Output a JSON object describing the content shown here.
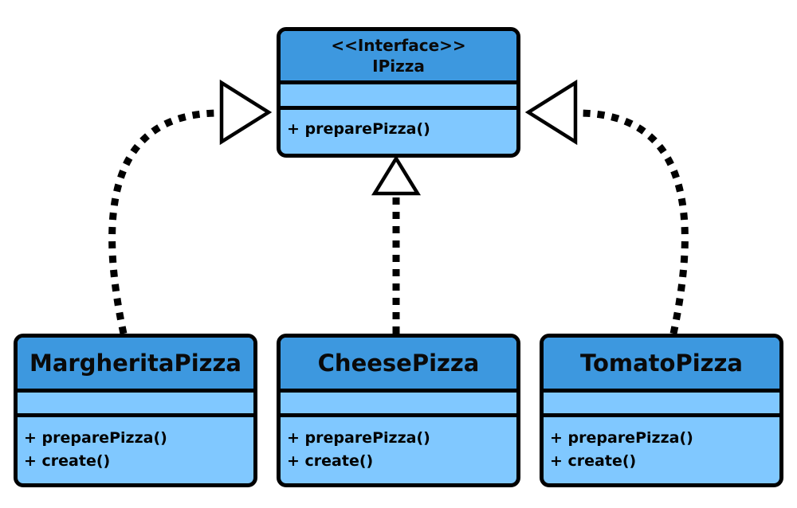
{
  "colors": {
    "header_fill": "#3d98df",
    "body_fill": "#80c8ff",
    "stroke": "#000000"
  },
  "interface": {
    "stereotype": "<<Interface>>",
    "name": "IPizza",
    "methods": [
      "+ preparePizza()"
    ]
  },
  "classes": [
    {
      "name": "MargheritaPizza",
      "methods": [
        "+ preparePizza()",
        "+ create()"
      ]
    },
    {
      "name": "CheesePizza",
      "methods": [
        "+ preparePizza()",
        "+ create()"
      ]
    },
    {
      "name": "TomatoPizza",
      "methods": [
        "+ preparePizza()",
        "+ create()"
      ]
    }
  ],
  "relations": [
    {
      "type": "realization",
      "from": "MargheritaPizza",
      "to": "IPizza"
    },
    {
      "type": "realization",
      "from": "CheesePizza",
      "to": "IPizza"
    },
    {
      "type": "realization",
      "from": "TomatoPizza",
      "to": "IPizza"
    }
  ]
}
